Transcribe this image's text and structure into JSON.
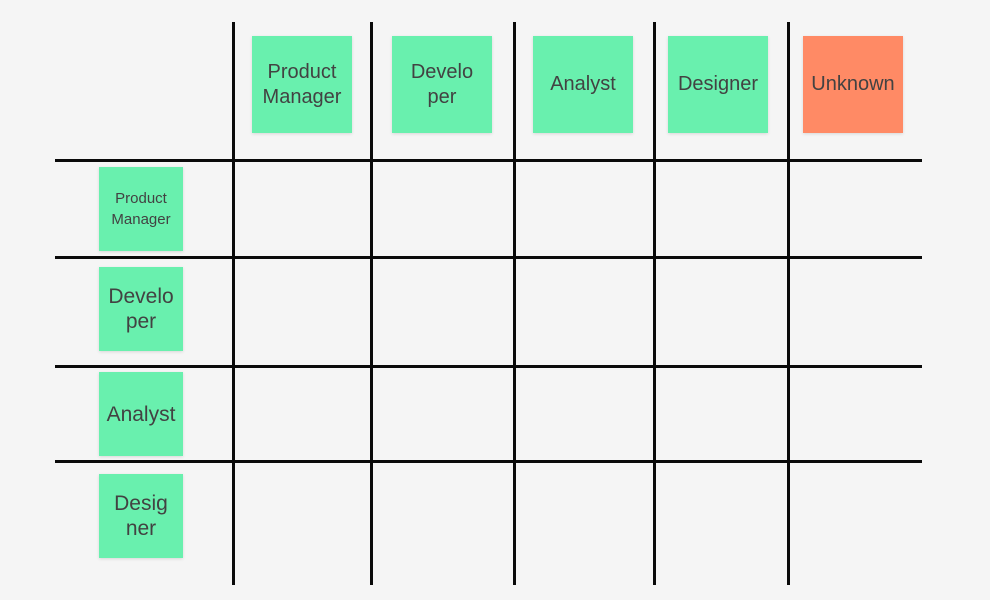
{
  "colors": {
    "canvas": "#F5F5F5",
    "line": "#0A0A0A",
    "green_sticky": "#69F0AE",
    "orange_sticky": "#FF8A65",
    "text": "#424242"
  },
  "matrix": {
    "column_headers": [
      {
        "label": "Product\nManager",
        "color": "green_sticky"
      },
      {
        "label": "Develo\nper",
        "color": "green_sticky"
      },
      {
        "label": "Analyst",
        "color": "green_sticky"
      },
      {
        "label": "Designer",
        "color": "green_sticky"
      },
      {
        "label": "Unknown",
        "color": "orange_sticky"
      }
    ],
    "row_headers": [
      {
        "label": "Product\nManager",
        "color": "green_sticky"
      },
      {
        "label": "Develo\nper",
        "color": "green_sticky"
      },
      {
        "label": "Analyst",
        "color": "green_sticky"
      },
      {
        "label": "Desig\nner",
        "color": "green_sticky"
      }
    ]
  }
}
